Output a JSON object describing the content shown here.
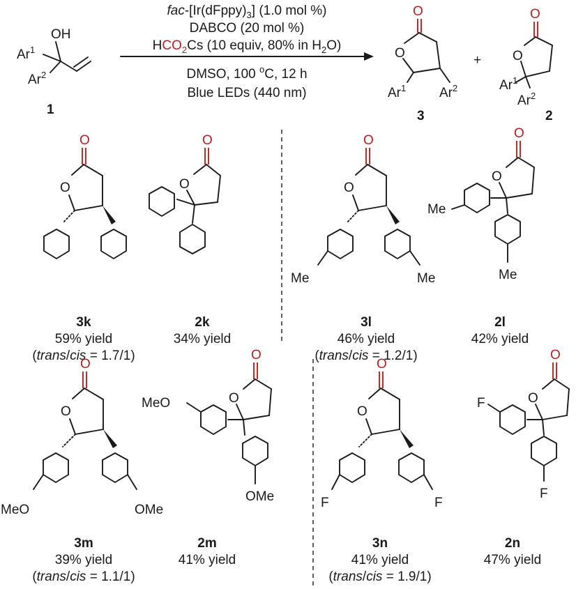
{
  "scheme": {
    "conditions": {
      "line1_prefix": "fac",
      "line1_rest": "-[Ir(dFppy)",
      "line1_sub": "3",
      "line1_end": "] (1.0 mol %)",
      "line2": "DABCO (20 mol %)",
      "line3_h": "H",
      "line3_co": "CO",
      "line3_sub": "2",
      "line3_end": "Cs (10 equiv, 80% in H",
      "line3_sub2": "2",
      "line3_close": "O)",
      "line4_pre": "DMSO, 100 ",
      "line4_sup": "o",
      "line4_post": "C, 12 h",
      "line5": "Blue LEDs (440 nm)"
    },
    "reactant": {
      "label": "1",
      "oh": "OH",
      "ar": "Ar",
      "sup1": "1",
      "sup2": "2"
    },
    "plus": "+",
    "product_3": {
      "label": "3"
    },
    "product_2": {
      "label": "2"
    },
    "atom_o": "O",
    "atom_me": "Me",
    "atom_meo": "MeO",
    "atom_ome": "OMe",
    "atom_f": "F"
  },
  "compounds": [
    {
      "id": "3k",
      "yield": "59% yield",
      "ratio_value": "1.7/1"
    },
    {
      "id": "2k",
      "yield": "34% yield"
    },
    {
      "id": "3l",
      "yield": "46% yield",
      "ratio_value": "1.2/1"
    },
    {
      "id": "2l",
      "yield": "42% yield"
    },
    {
      "id": "3m",
      "yield": "39% yield",
      "ratio_value": "1.1/1"
    },
    {
      "id": "2m",
      "yield": "41% yield"
    },
    {
      "id": "3n",
      "yield": "41% yield",
      "ratio_value": "1.9/1"
    },
    {
      "id": "2n",
      "yield": "47% yield"
    }
  ],
  "ratio_text": {
    "open": "(",
    "trans": "trans",
    "slash": "/",
    "cis": "cis",
    "eq": " = ",
    "close": ")"
  },
  "colors": {
    "oxygen": "#b22222",
    "ink": "#1a1a1a"
  }
}
